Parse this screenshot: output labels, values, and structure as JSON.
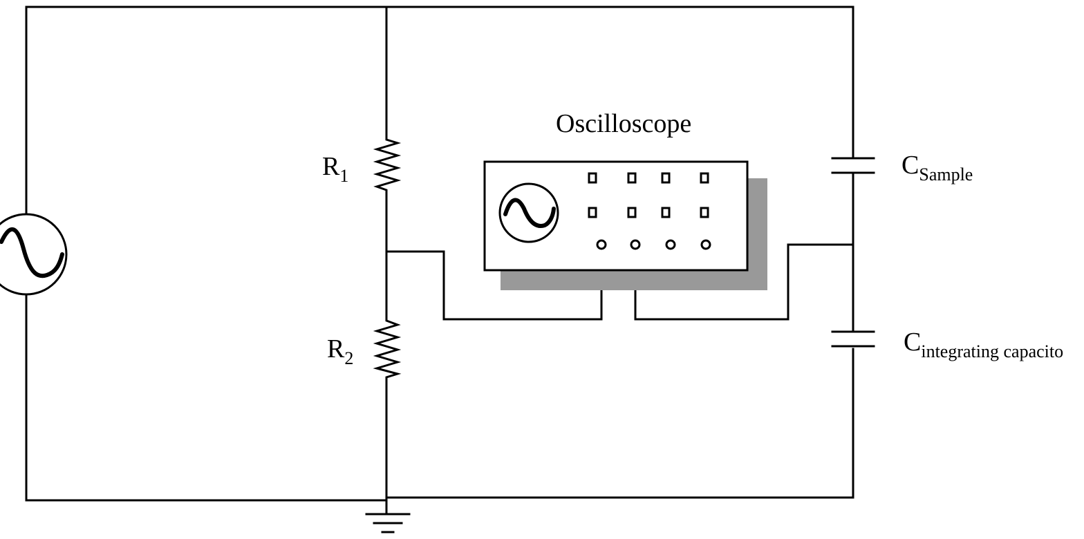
{
  "labels": {
    "r1": {
      "main": "R",
      "sub": "1"
    },
    "r2": {
      "main": "R",
      "sub": "2"
    },
    "c_sample": {
      "main": "C",
      "sub": "Sample"
    },
    "c_integrating": {
      "main": "C",
      "sub": "integrating capacito"
    },
    "oscilloscope": "Oscilloscope"
  },
  "colors": {
    "wire": "#000000",
    "shadow": "#999999",
    "background": "#ffffff"
  },
  "icons": [
    "ac-source-icon",
    "resistor-icon",
    "capacitor-icon",
    "ground-icon",
    "oscilloscope-icon"
  ]
}
